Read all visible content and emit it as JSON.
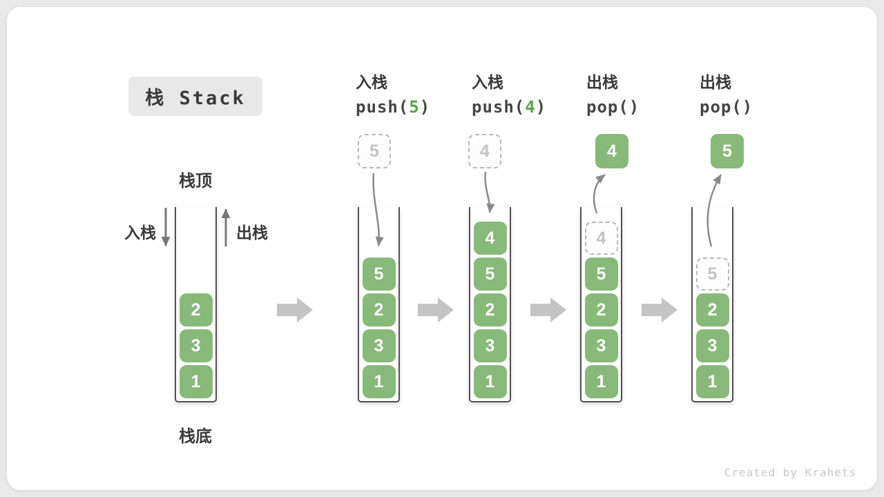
{
  "page": {
    "title_badge": "栈 Stack",
    "watermark": "Created by Krahets"
  },
  "legend": {
    "stack_top": "栈顶",
    "stack_bottom": "栈底",
    "push_side": "入栈",
    "pop_side": "出栈"
  },
  "operations": [
    {
      "name": "入栈",
      "code_pre": "push(",
      "code_arg": "5",
      "code_post": ")"
    },
    {
      "name": "入栈",
      "code_pre": "push(",
      "code_arg": "4",
      "code_post": ")"
    },
    {
      "name": "出栈",
      "code_pre": "pop(",
      "code_arg": "",
      "code_post": ")"
    },
    {
      "name": "出栈",
      "code_pre": "pop(",
      "code_arg": "",
      "code_post": ")"
    }
  ],
  "stacks": [
    {
      "cells_top_to_bottom": [
        {
          "value": "2",
          "style": "solid"
        },
        {
          "value": "3",
          "style": "solid"
        },
        {
          "value": "1",
          "style": "solid"
        }
      ]
    },
    {
      "floating_value": {
        "value": "5",
        "style": "dashed"
      },
      "cells_top_to_bottom": [
        {
          "value": "5",
          "style": "solid"
        },
        {
          "value": "2",
          "style": "solid"
        },
        {
          "value": "3",
          "style": "solid"
        },
        {
          "value": "1",
          "style": "solid"
        }
      ]
    },
    {
      "floating_value": {
        "value": "4",
        "style": "dashed"
      },
      "cells_top_to_bottom": [
        {
          "value": "4",
          "style": "solid"
        },
        {
          "value": "5",
          "style": "solid"
        },
        {
          "value": "2",
          "style": "solid"
        },
        {
          "value": "3",
          "style": "solid"
        },
        {
          "value": "1",
          "style": "solid"
        }
      ]
    },
    {
      "floating_value": {
        "value": "4",
        "style": "solid"
      },
      "cells_top_to_bottom": [
        {
          "value": "4",
          "style": "ghost"
        },
        {
          "value": "5",
          "style": "solid"
        },
        {
          "value": "2",
          "style": "solid"
        },
        {
          "value": "3",
          "style": "solid"
        },
        {
          "value": "1",
          "style": "solid"
        }
      ]
    },
    {
      "floating_value": {
        "value": "5",
        "style": "solid"
      },
      "cells_top_to_bottom": [
        {
          "value": "5",
          "style": "ghost"
        },
        {
          "value": "2",
          "style": "solid"
        },
        {
          "value": "3",
          "style": "solid"
        },
        {
          "value": "1",
          "style": "solid"
        }
      ]
    }
  ],
  "colors": {
    "cell_green": "#87ba78",
    "code_arg_green": "#5aa04e",
    "ghost_border": "#b9b9b9",
    "arrow_gray": "#8a8a8a",
    "block_arrow_gray": "#c4c4c4",
    "text_dark": "#3a3a3a",
    "badge_bg": "#e8e8e8",
    "watermark_gray": "#c9c9c9",
    "page_bg": "#e9e9e9"
  }
}
